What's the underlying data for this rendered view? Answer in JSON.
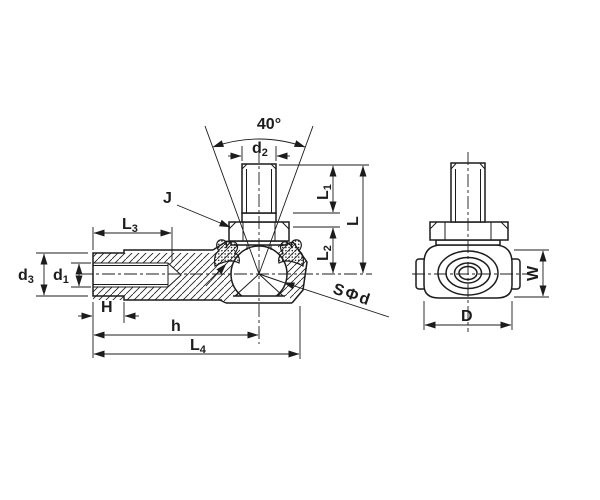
{
  "colors": {
    "line": "#1c1c1c",
    "background": "#ffffff"
  },
  "labels": {
    "angle": "40°",
    "d2": {
      "base": "d",
      "sub": "2"
    },
    "j": "J",
    "l1": {
      "base": "L",
      "sub": "1"
    },
    "l": "L",
    "l2": {
      "base": "L",
      "sub": "2"
    },
    "l3": {
      "base": "L",
      "sub": "3"
    },
    "d3": {
      "base": "d",
      "sub": "3"
    },
    "d1": {
      "base": "d",
      "sub": "1"
    },
    "h_cap": "H",
    "h_small": "h",
    "l4": {
      "base": "L",
      "sub": "4"
    },
    "sphere_dia": "SΦd",
    "d_cap": "D",
    "w_cap": "W"
  }
}
